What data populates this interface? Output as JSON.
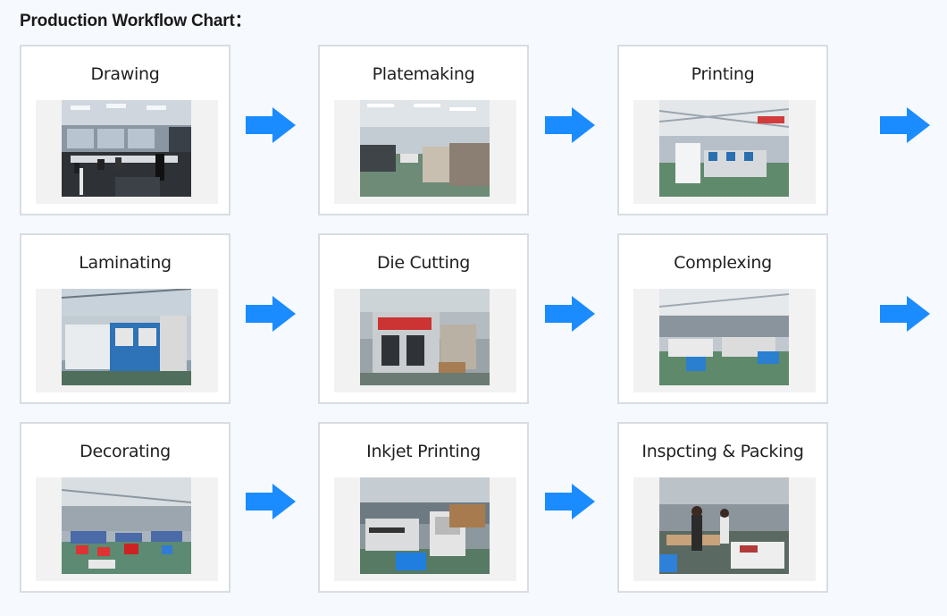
{
  "page": {
    "title": "Production Workflow Chart：",
    "accent_color": "#1a8cff"
  },
  "steps": [
    {
      "label": "Drawing",
      "photo_icon": "office-photo-icon"
    },
    {
      "label": "Platemaking",
      "photo_icon": "plate-machine-photo-icon"
    },
    {
      "label": "Printing",
      "photo_icon": "printing-press-photo-icon"
    },
    {
      "label": "Laminating",
      "photo_icon": "laminating-machine-photo-icon"
    },
    {
      "label": "Die Cutting",
      "photo_icon": "die-cutting-machine-photo-icon"
    },
    {
      "label": "Complexing",
      "photo_icon": "complexing-line-photo-icon"
    },
    {
      "label": "Decorating",
      "photo_icon": "decorating-workshop-photo-icon"
    },
    {
      "label": "Inkjet Printing",
      "photo_icon": "inkjet-printer-photo-icon"
    },
    {
      "label": "Inspcting & Packing",
      "photo_icon": "packing-workers-photo-icon"
    }
  ],
  "arrow_icon": "right-arrow-icon"
}
